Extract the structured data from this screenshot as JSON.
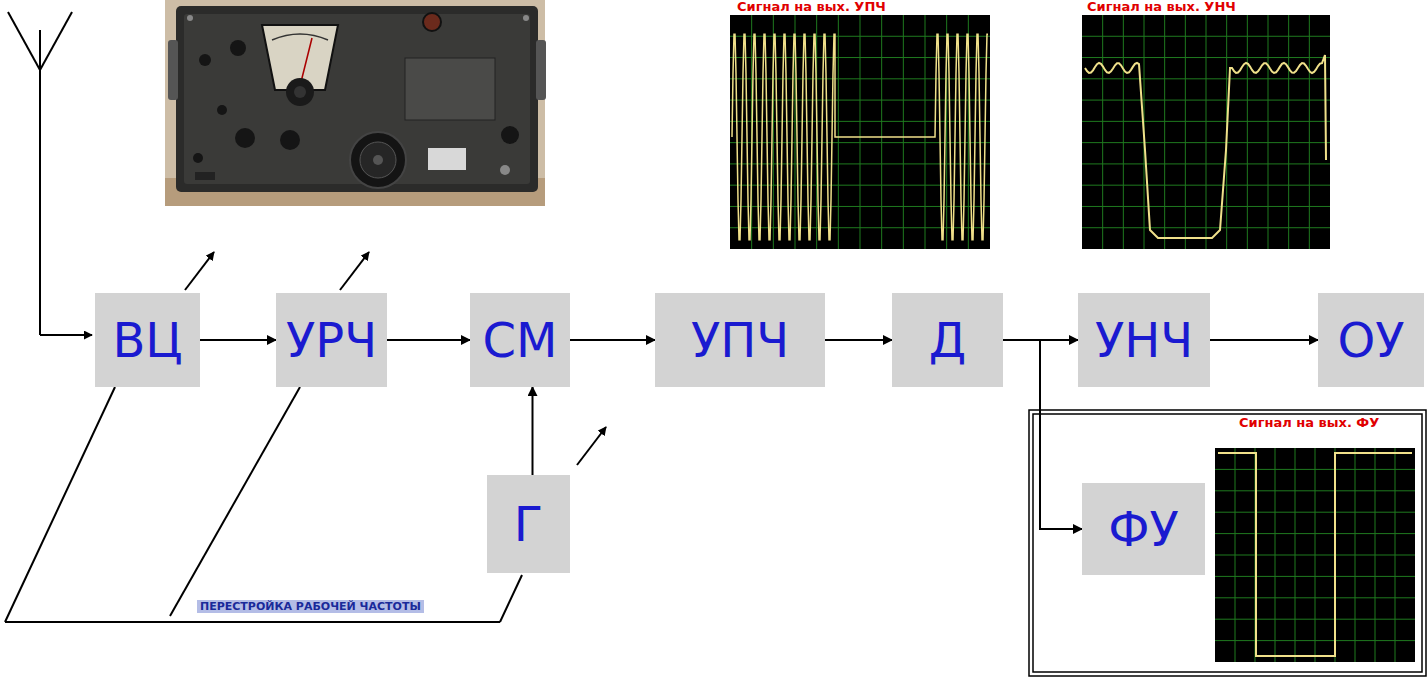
{
  "diagram": {
    "nodes": [
      {
        "text": [
          "ВЦ"
        ]
      },
      {
        "text": [
          "УРЧ"
        ]
      },
      {
        "text": [
          "СМ"
        ]
      },
      {
        "text": [
          "УПЧ"
        ]
      },
      {
        "text": [
          "Д"
        ]
      },
      {
        "text": [
          "УНЧ"
        ]
      },
      {
        "text": [
          "ОУ"
        ]
      },
      {
        "text": [
          "Г"
        ]
      },
      {
        "text": [
          "ФУ"
        ]
      }
    ],
    "edges": [
      {
        "from": 0,
        "to": 1,
        "arrow": "to"
      },
      {
        "from": 1,
        "to": 2,
        "arrow": "to"
      },
      {
        "from": 2,
        "to": 3,
        "arrow": "to"
      },
      {
        "from": 3,
        "to": 4,
        "arrow": "to"
      },
      {
        "from": 4,
        "to": 5,
        "arrow": "to"
      },
      {
        "from": 5,
        "to": 6,
        "arrow": "to"
      },
      {
        "from": 7,
        "to": 2,
        "arrow": "to"
      },
      {
        "from": 4,
        "to": 8,
        "arrow": "to"
      }
    ],
    "labels": [
      "Сигнал на вых. УПЧ",
      "Сигнал на вых. УНЧ",
      "Сигнал на вых. ФУ",
      "ПЕРЕСТРОЙКА РАБОЧЕЙ ЧАСТОТЫ"
    ]
  }
}
